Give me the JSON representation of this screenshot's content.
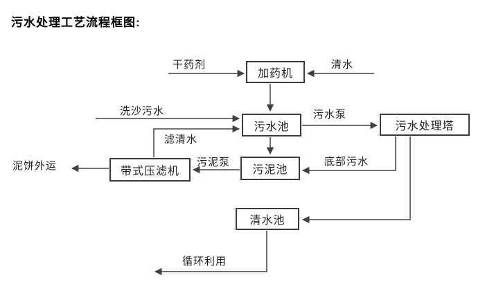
{
  "title": "污水处理工艺流程框图:",
  "nodes": [
    {
      "id": "dosing-machine",
      "label": "加药机"
    },
    {
      "id": "sewage-pool",
      "label": "污水池"
    },
    {
      "id": "sewage-treatment-tower",
      "label": "污水处理塔"
    },
    {
      "id": "sludge-pool",
      "label": "污泥池"
    },
    {
      "id": "belt-filter-press",
      "label": "带式压滤机"
    },
    {
      "id": "clean-water-pool",
      "label": "清水池"
    }
  ],
  "edge_labels": [
    {
      "id": "dry-chemical",
      "label": "干药剂"
    },
    {
      "id": "clean-water",
      "label": "清水"
    },
    {
      "id": "sand-washing-sewage",
      "label": "洗沙污水"
    },
    {
      "id": "sewage-pump",
      "label": "污水泵"
    },
    {
      "id": "filtered-water",
      "label": "滤清水"
    },
    {
      "id": "sludge-pump",
      "label": "污泥泵"
    },
    {
      "id": "bottom-sewage",
      "label": "底部污水"
    },
    {
      "id": "mud-cake-out",
      "label": "泥饼外运"
    },
    {
      "id": "recycling",
      "label": "循环利用"
    }
  ],
  "colors": {
    "background": "#ffffff",
    "line": "#404040",
    "text": "#1f1f1f"
  }
}
